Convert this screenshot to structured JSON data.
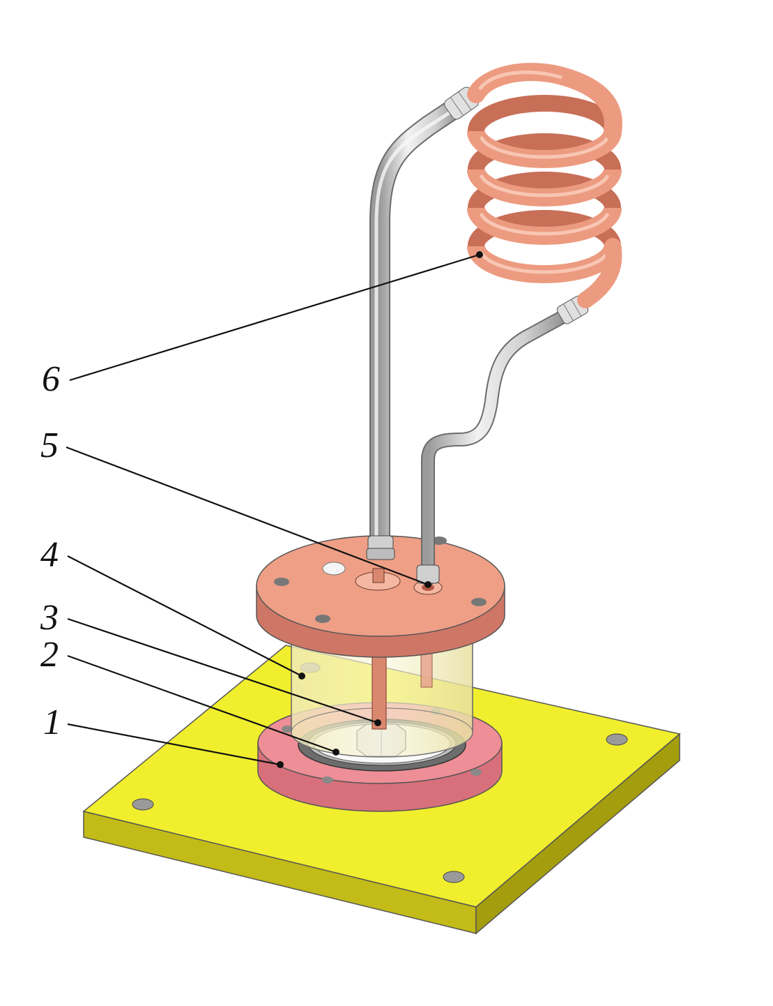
{
  "diagram": {
    "callouts": [
      {
        "id": "1",
        "label": "1"
      },
      {
        "id": "2",
        "label": "2"
      },
      {
        "id": "3",
        "label": "3"
      },
      {
        "id": "4",
        "label": "4"
      },
      {
        "id": "5",
        "label": "5"
      },
      {
        "id": "6",
        "label": "6"
      }
    ]
  },
  "colors": {
    "base_plate": "#f2f02e",
    "base_plate_side": "#c9c21a",
    "flange_lower": "#e8838c",
    "flange_upper": "#e9957c",
    "copper_coil": "#f0a48a",
    "steel_tube": "#c9c9c9",
    "glass_vessel": "#f3f0c4",
    "electrode": "#d88a75"
  }
}
